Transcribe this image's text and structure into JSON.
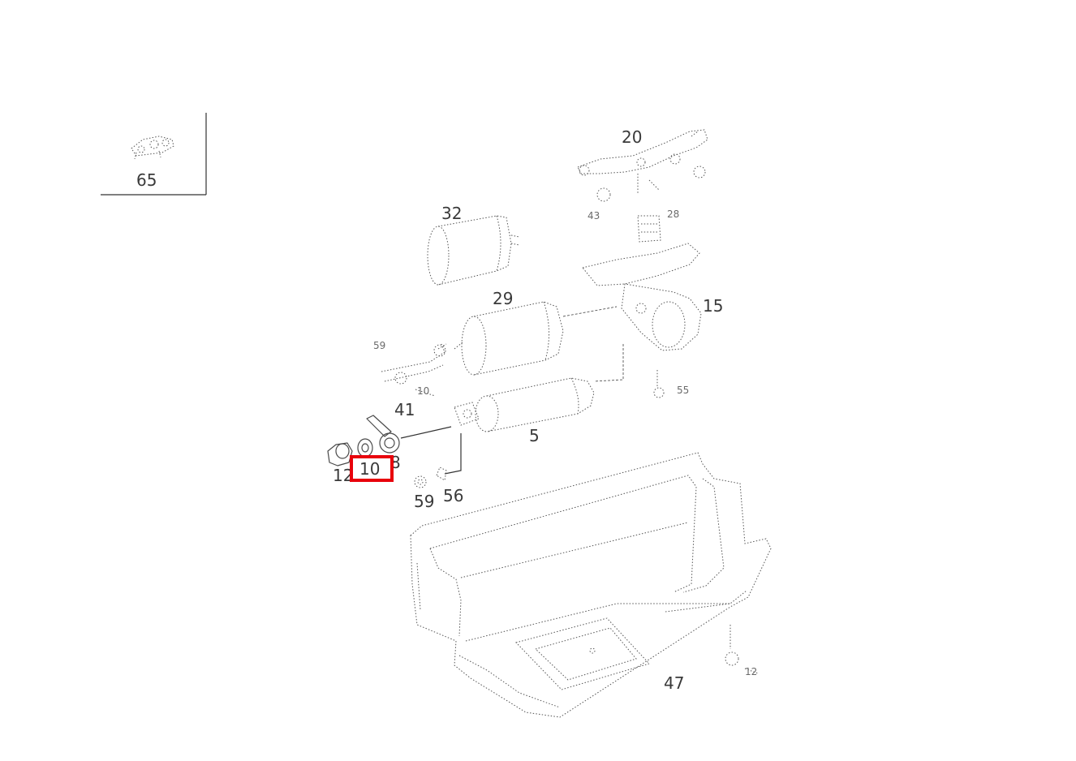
{
  "diagram": {
    "inset_label": "65",
    "labels": {
      "p20": "20",
      "p32": "32",
      "p29": "29",
      "p15": "15",
      "p41": "41",
      "p8": "8",
      "p12": "12",
      "p10": "10",
      "p59": "59",
      "p56": "56",
      "p47": "47",
      "p5": "5"
    },
    "faint_labels": {
      "f1": "59",
      "f2": "10",
      "f3": "28",
      "f4": "55",
      "f5": "12",
      "f6": "43"
    },
    "highlighted": "10",
    "highlight_color": "#e8000b"
  }
}
